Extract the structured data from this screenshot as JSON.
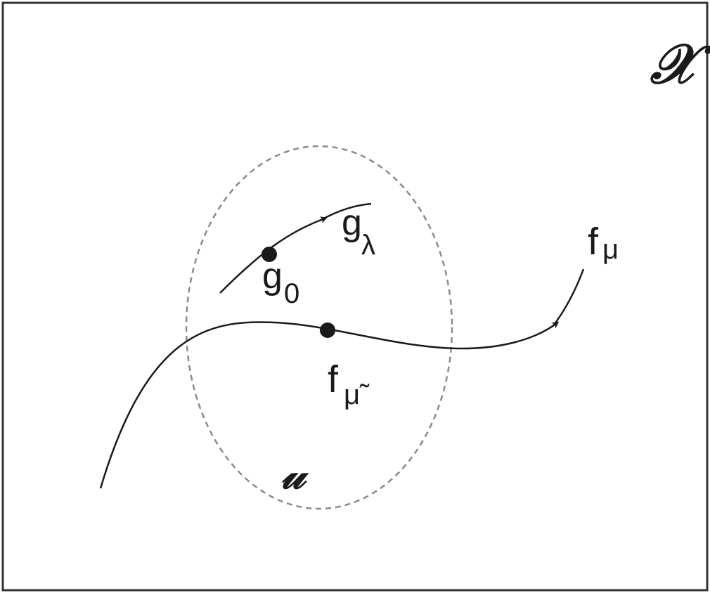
{
  "labels": {
    "space": "𝒳",
    "neighborhood": "𝓊",
    "g_base": "g",
    "g_lambda_sub": "λ",
    "g_zero_sub": "0",
    "f_base": "f",
    "f_mu_sub": "μ",
    "f_mutilde_sub": "μ̃"
  },
  "colors": {
    "stroke": "#1a1a1a",
    "dashed": "#8a8a8a",
    "frame": "#333333"
  }
}
